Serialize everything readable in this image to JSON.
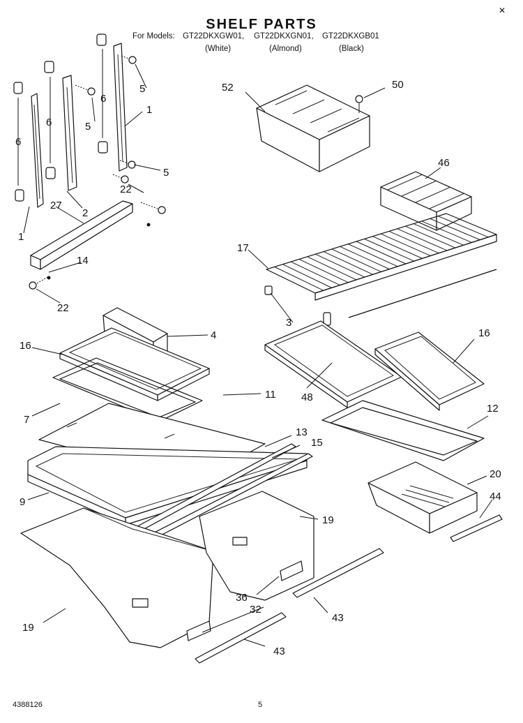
{
  "header": {
    "title": "SHELF PARTS",
    "models_prefix": "For Models:",
    "models": [
      "GT22DKXGW01,",
      "GT22DKXGN01,",
      "GT22DKXGB01"
    ],
    "colors": [
      "(White)",
      "(Almond)",
      "(Black)"
    ],
    "corner_mark": "✕"
  },
  "footer": {
    "doc_number": "4388126",
    "page_number": "5"
  },
  "callouts": {
    "c1a": "1",
    "c1b": "1",
    "c2": "2",
    "c3": "3",
    "c4": "4",
    "c5a": "5",
    "c5b": "5",
    "c5c": "5",
    "c6a": "6",
    "c6b": "6",
    "c6c": "6",
    "c7": "7",
    "c9": "9",
    "c11": "11",
    "c12": "12",
    "c13": "13",
    "c14": "14",
    "c15": "15",
    "c16a": "16",
    "c16b": "16",
    "c17": "17",
    "c19a": "19",
    "c19b": "19",
    "c20": "20",
    "c22a": "22",
    "c22b": "22",
    "c27": "27",
    "c32": "32",
    "c36": "36",
    "c43a": "43",
    "c43b": "43",
    "c44": "44",
    "c46": "46",
    "c48": "48",
    "c50": "50",
    "c52": "52"
  }
}
